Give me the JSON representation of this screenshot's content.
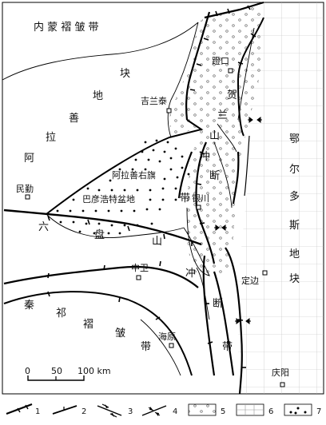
{
  "regions": {
    "inner_mongolia_fold_belt": "内 蒙 褶 皱 带",
    "alxa_block": [
      "阿",
      "拉",
      "善",
      "地",
      "块"
    ],
    "helan_thrust_belt": [
      "贺",
      "兰",
      "山",
      "冲",
      "断",
      "带"
    ],
    "ordos_block": [
      "鄂",
      "尔",
      "多",
      "斯",
      "地",
      "块"
    ],
    "qilian_fold_belt": [
      "秦",
      "祁",
      "褶",
      "皱",
      "带"
    ],
    "liupan_thrust_belt": [
      "六",
      "盘",
      "山",
      "冲",
      "断",
      "带"
    ]
  },
  "basins": {
    "bayanhaote": "巴彦浩特盆地",
    "alxa_youqi": "阿拉善右旗"
  },
  "cities": {
    "dengkou": "蹬口",
    "jilantai": "吉兰泰",
    "yinchuan": "银川",
    "minqin": "民勤",
    "zhongwei": "中卫",
    "dingbian": "定边",
    "haiyuan": "海原",
    "qingyang": "庆阳"
  },
  "scale_bar": {
    "labels": [
      "0",
      "50",
      "100 km"
    ]
  },
  "legend": {
    "items": [
      {
        "num": "1",
        "icon": "thrust-fault-icon"
      },
      {
        "num": "2",
        "icon": "normal-fault-icon"
      },
      {
        "num": "3",
        "icon": "strike-slip-fault-icon"
      },
      {
        "num": "4",
        "icon": "compression-direction-icon"
      },
      {
        "num": "5",
        "icon": "dotted-area-icon"
      },
      {
        "num": "6",
        "icon": "grid-pattern-icon"
      },
      {
        "num": "7",
        "icon": "basin-dots-icon"
      }
    ]
  },
  "colors": {
    "line": "#000000",
    "background": "#ffffff"
  }
}
